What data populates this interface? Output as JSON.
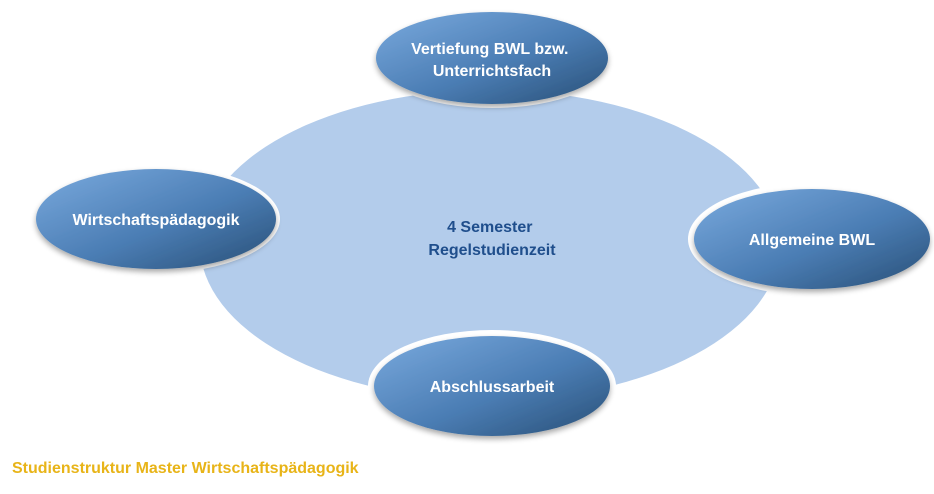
{
  "diagram": {
    "center": {
      "line1": "4 Semester",
      "line2": "Regelstudienzeit"
    },
    "nodes": {
      "top": {
        "line1": "Vertiefung BWL bzw.",
        "line2": "Unterrichtsfach"
      },
      "left": {
        "line1": "Wirtschaftspädagogik"
      },
      "right": {
        "line1": "Allgemeine BWL"
      },
      "bottom": {
        "line1": "Abschlussarbeit"
      }
    }
  },
  "caption": "Studienstruktur Master Wirtschaftspädagogik",
  "colors": {
    "center_fill": "#b3cceb",
    "node_light": "#6fa0d4",
    "node_dark": "#284f76",
    "center_text": "#1f4e8c",
    "caption": "#e8b418"
  }
}
